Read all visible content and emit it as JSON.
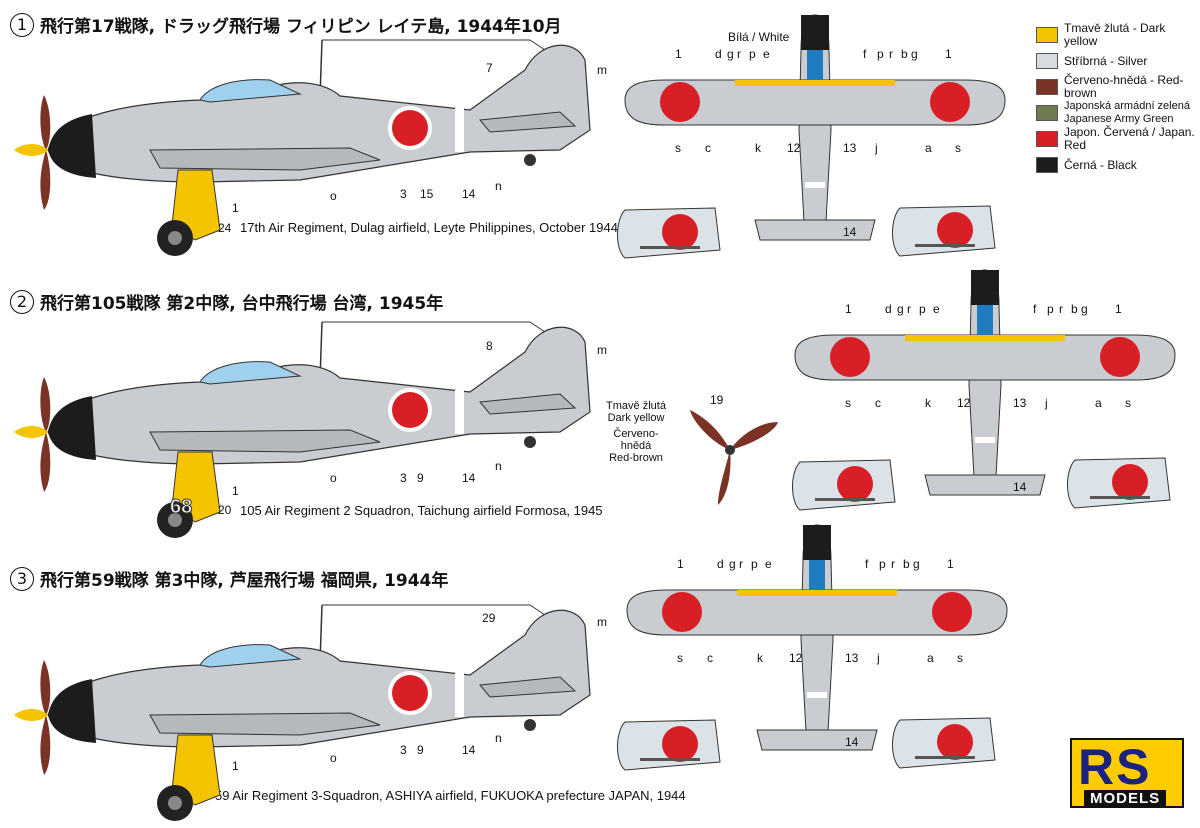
{
  "profiles": [
    {
      "number": "1",
      "title": "飛行第17戦隊, ドラッグ飛行場 フィリピン レイテ島, 1944年10月",
      "caption": "17th Air Regiment, Dulag airfield, Leyte Philippines, October 1944",
      "tail_code": "",
      "callouts": [
        "7",
        "m",
        "1",
        "24",
        "o",
        "3",
        "15",
        "14",
        "n"
      ]
    },
    {
      "number": "2",
      "title": "飛行第105戦隊 第2中隊, 台中飛行場 台湾, 1945年",
      "caption": "105  Air Regiment 2  Squadron, Taichung airfield Formosa, 1945",
      "tail_code": "68",
      "callouts": [
        "8",
        "m",
        "1",
        "20",
        "o",
        "3",
        "9",
        "14",
        "n"
      ]
    },
    {
      "number": "3",
      "title": "飛行第59戦隊 第3中隊, 芦屋飛行場 福岡県, 1944年",
      "caption": "59  Air Regiment 3-Squadron, ASHIYA airfield, FUKUOKA prefecture JAPAN, 1944",
      "tail_code": "",
      "callouts": [
        "29",
        "m",
        "1",
        "o",
        "3",
        "9",
        "14",
        "n"
      ]
    }
  ],
  "top_view_labels": {
    "white": "Bílá / White",
    "top_row": [
      "1",
      "d",
      "g",
      "r",
      "p",
      "e",
      "f",
      "p",
      "r",
      "b",
      "g",
      "1"
    ],
    "bottom_row": [
      "s",
      "c",
      "k",
      "12",
      "13",
      "j",
      "a",
      "s"
    ],
    "tail": "14",
    "under": "1"
  },
  "propeller": {
    "number": "19",
    "yellow": "Tmavě žlutá\nDark yellow",
    "brown": "Červeno-hnědá\nRed-brown"
  },
  "legend": [
    {
      "label": "Tmavě žlutá - Dark yellow",
      "color": "#f5c400"
    },
    {
      "label": "Stříbrná - Silver",
      "color": "#d9dcdf"
    },
    {
      "label": "Červeno-hnědá - Red-brown",
      "color": "#7a3325"
    },
    {
      "label": "Japonská armádní zelená\nJapanese Army Green",
      "color": "#6e7b4e"
    },
    {
      "label": "Japon. Červená / Japan. Red",
      "color": "#d91f26"
    },
    {
      "label": "Černá - Black",
      "color": "#1c1c1c"
    }
  ],
  "logo": {
    "brand": "RS",
    "sub": "MODELS"
  }
}
